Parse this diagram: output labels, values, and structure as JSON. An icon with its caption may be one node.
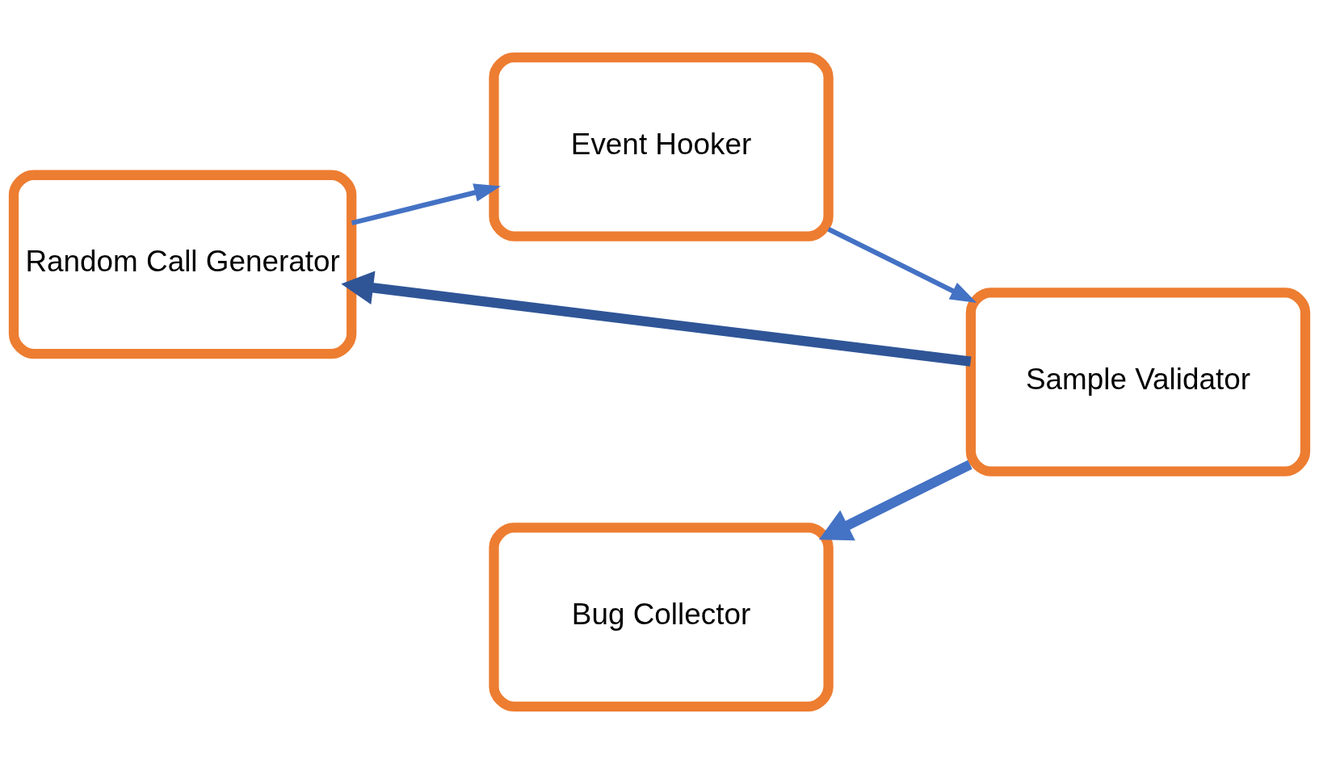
{
  "diagram": {
    "nodes": [
      {
        "text": [
          "Bug Collector"
        ]
      },
      {
        "text": [
          "Random Call Generator"
        ]
      },
      {
        "text": [
          "Event Hooker"
        ]
      },
      {
        "text": [
          "Sample Validator"
        ]
      }
    ],
    "edges": [
      {
        "from": 1,
        "to": 2,
        "arrow": "to"
      },
      {
        "from": 2,
        "to": 3,
        "arrow": "to"
      },
      {
        "from": 3,
        "to": 0,
        "arrow": "to",
        "style": "thick"
      },
      {
        "from": 3,
        "to": 1,
        "arrow": "to",
        "style": "thick",
        "color": "#2f5597"
      }
    ]
  }
}
